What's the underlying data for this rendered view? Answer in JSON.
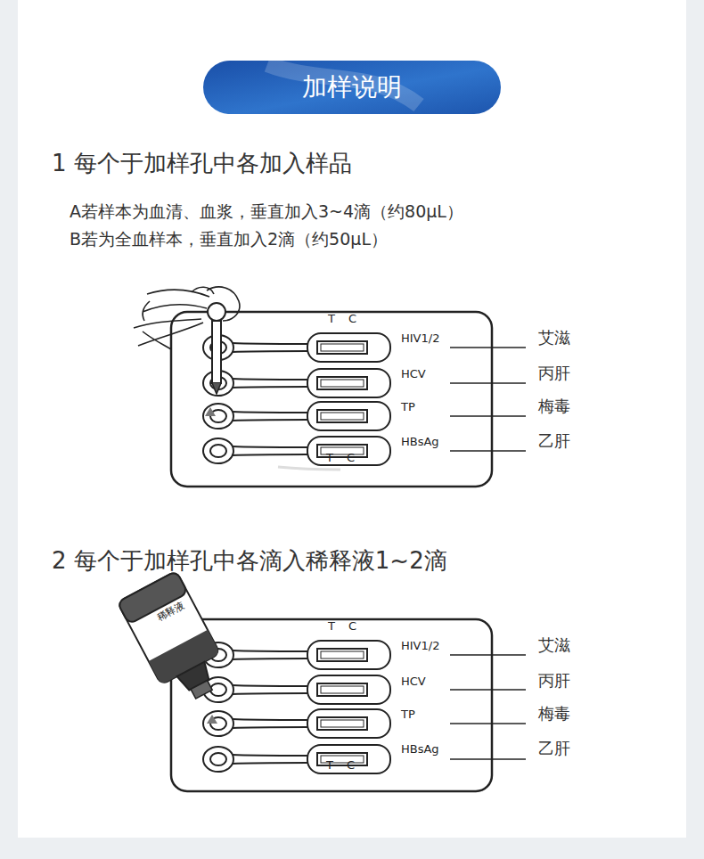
{
  "diagram": {
    "title": "加样说明",
    "labels": [
      "1 每个于加样孔中各加入样品",
      "A若样本为血清、血浆，垂直加入3~4滴（约80μL）",
      "B若为全血样本，垂直加入2滴（约50μL）",
      "T",
      "C",
      "HIV1/2",
      "艾滋",
      "HCV",
      "丙肝",
      "TP",
      "梅毒",
      "HBsAg",
      "乙肝",
      "T",
      "C",
      "2 每个于加样孔中各滴入稀释液1~2滴",
      "稀释液",
      "T",
      "C",
      "HIV1/2",
      "艾滋",
      "HCV",
      "丙肝",
      "TP",
      "梅毒",
      "HBsAg",
      "乙肝",
      "T",
      "C"
    ]
  }
}
